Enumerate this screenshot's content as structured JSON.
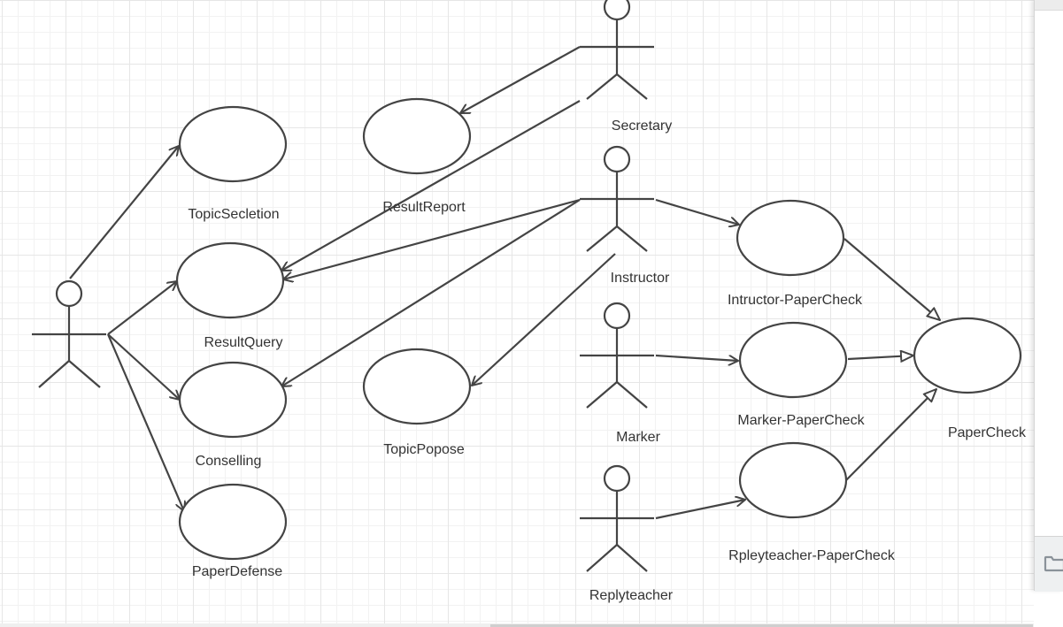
{
  "diagram": {
    "type": "UML use case diagram",
    "stroke_color": "#444444",
    "actors": [
      {
        "id": "student",
        "label": ""
      },
      {
        "id": "secretary",
        "label": "Secretary"
      },
      {
        "id": "instructor",
        "label": "Instructor"
      },
      {
        "id": "marker",
        "label": "Marker"
      },
      {
        "id": "replyteacher",
        "label": "Replyteacher"
      }
    ],
    "use_cases": [
      {
        "id": "topic-selection",
        "label": "TopicSecletion"
      },
      {
        "id": "result-report",
        "label": "ResultReport"
      },
      {
        "id": "result-query",
        "label": "ResultQuery"
      },
      {
        "id": "conselling",
        "label": "Conselling"
      },
      {
        "id": "topic-propose",
        "label": "TopicPopose"
      },
      {
        "id": "paper-defense",
        "label": "PaperDefense"
      },
      {
        "id": "instructor-papercheck",
        "label": "Intructor-PaperCheck"
      },
      {
        "id": "marker-papercheck",
        "label": "Marker-PaperCheck"
      },
      {
        "id": "replyteacher-papercheck",
        "label": "Rpleyteacher-PaperCheck"
      },
      {
        "id": "papercheck",
        "label": "PaperCheck"
      }
    ],
    "associations": [
      {
        "from": "student",
        "to": "topic-selection",
        "kind": "association"
      },
      {
        "from": "student",
        "to": "result-query",
        "kind": "association"
      },
      {
        "from": "student",
        "to": "conselling",
        "kind": "association"
      },
      {
        "from": "student",
        "to": "paper-defense",
        "kind": "association"
      },
      {
        "from": "secretary",
        "to": "result-report",
        "kind": "association"
      },
      {
        "from": "secretary",
        "to": "result-query",
        "kind": "association"
      },
      {
        "from": "instructor",
        "to": "result-query",
        "kind": "association"
      },
      {
        "from": "instructor",
        "to": "conselling",
        "kind": "association"
      },
      {
        "from": "instructor",
        "to": "topic-propose",
        "kind": "association"
      },
      {
        "from": "instructor",
        "to": "instructor-papercheck",
        "kind": "association"
      },
      {
        "from": "marker",
        "to": "marker-papercheck",
        "kind": "association"
      },
      {
        "from": "replyteacher",
        "to": "replyteacher-papercheck",
        "kind": "association"
      },
      {
        "from": "instructor-papercheck",
        "to": "papercheck",
        "kind": "generalization"
      },
      {
        "from": "marker-papercheck",
        "to": "papercheck",
        "kind": "generalization"
      },
      {
        "from": "replyteacher-papercheck",
        "to": "papercheck",
        "kind": "generalization"
      }
    ]
  },
  "ui": {
    "side_panel_icon": "folder-icon"
  }
}
